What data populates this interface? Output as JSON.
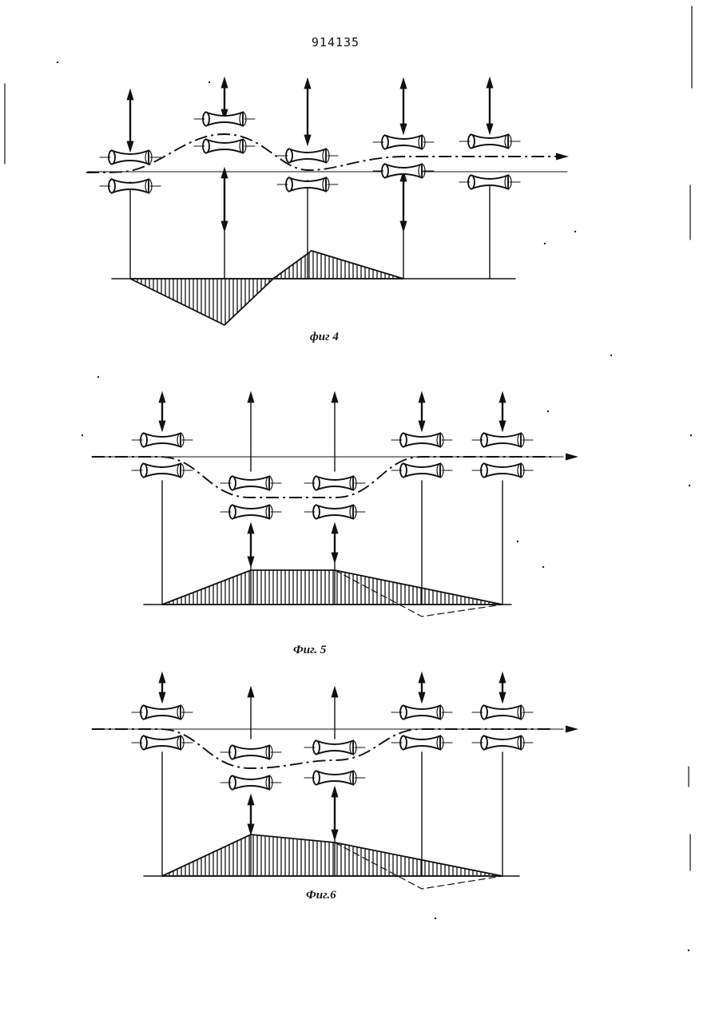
{
  "document": {
    "patent_number": "914135"
  },
  "figures": [
    {
      "id": "fig4",
      "caption": "фиг 4",
      "roll_stands": 5,
      "arrow_direction": "right"
    },
    {
      "id": "fig5",
      "caption": "Фиг. 5",
      "roll_stands": 5,
      "arrow_direction": "right"
    },
    {
      "id": "fig6",
      "caption": "Фиг.6",
      "roll_stands": 5,
      "arrow_direction": "right"
    }
  ]
}
